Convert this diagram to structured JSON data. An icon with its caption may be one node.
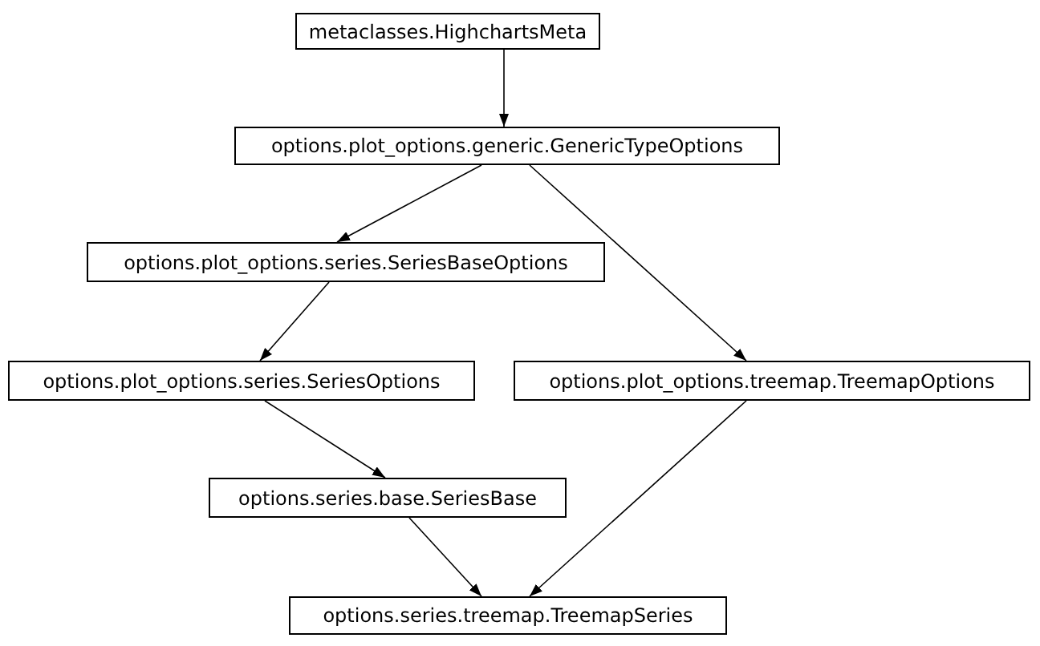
{
  "diagram": {
    "nodes": [
      {
        "text": [
          "metaclasses.HighchartsMeta"
        ]
      },
      {
        "text": [
          "options.plot_options.generic.GenericTypeOptions"
        ]
      },
      {
        "text": [
          "options.plot_options.series.SeriesBaseOptions"
        ]
      },
      {
        "text": [
          "options.plot_options.series.SeriesOptions"
        ]
      },
      {
        "text": [
          "options.plot_options.treemap.TreemapOptions"
        ]
      },
      {
        "text": [
          "options.series.base.SeriesBase"
        ]
      },
      {
        "text": [
          "options.series.treemap.TreemapSeries"
        ]
      }
    ],
    "edges": [
      {
        "from": 0,
        "to": 1,
        "arrow": "to"
      },
      {
        "from": 1,
        "to": 2,
        "arrow": "to"
      },
      {
        "from": 1,
        "to": 4,
        "arrow": "to"
      },
      {
        "from": 2,
        "to": 3,
        "arrow": "to"
      },
      {
        "from": 3,
        "to": 5,
        "arrow": "to"
      },
      {
        "from": 5,
        "to": 6,
        "arrow": "to"
      },
      {
        "from": 4,
        "to": 6,
        "arrow": "to"
      }
    ]
  }
}
